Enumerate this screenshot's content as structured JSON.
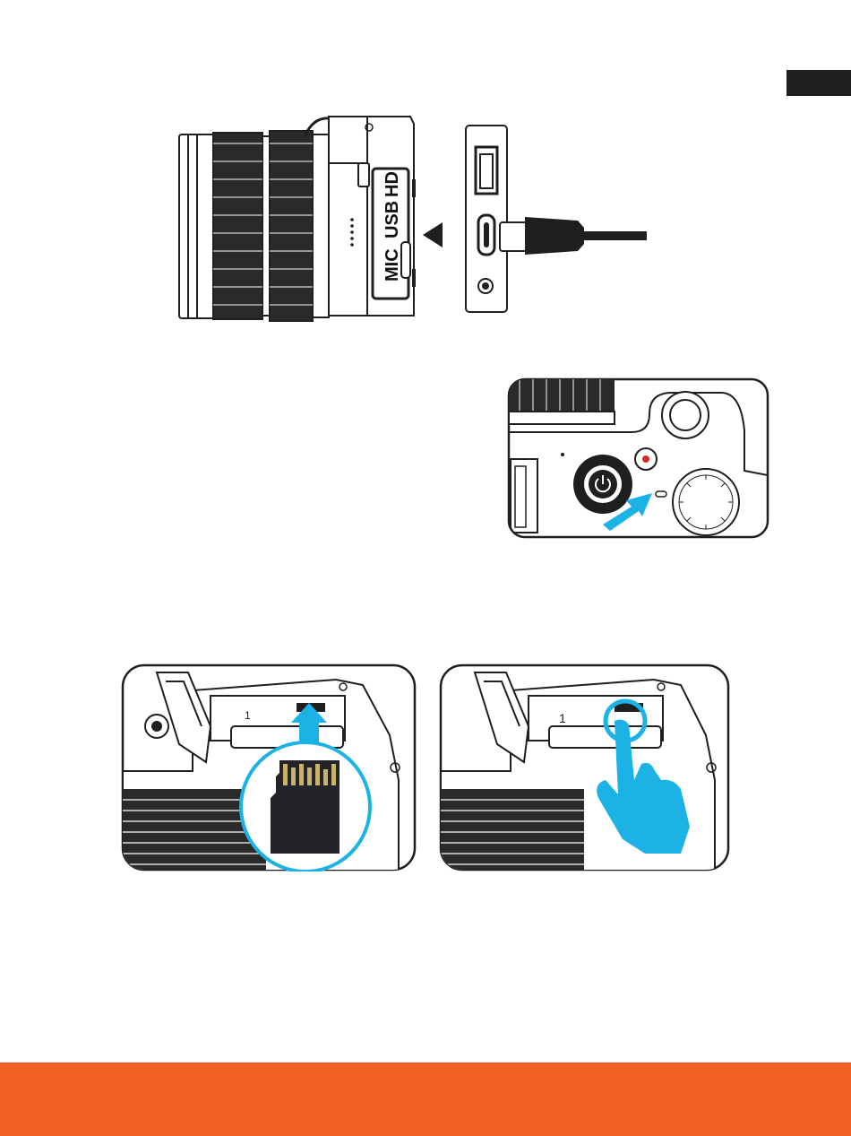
{
  "port_labels": {
    "mic": "MIC",
    "usb": "USB",
    "hd": "HD"
  },
  "colors": {
    "accent": "#f15f22",
    "highlight": "#1cb2e6",
    "ink": "#1f1f1f",
    "record_dot": "#e0242b",
    "sd_gold": "#c9b26b",
    "sd_body": "#232427"
  },
  "icons": {
    "power": "power-icon",
    "arrow_insert": "arrow-up-icon",
    "arrow_press": "arrow-diagonal-icon",
    "arrow_connect": "triangle-left-icon"
  }
}
